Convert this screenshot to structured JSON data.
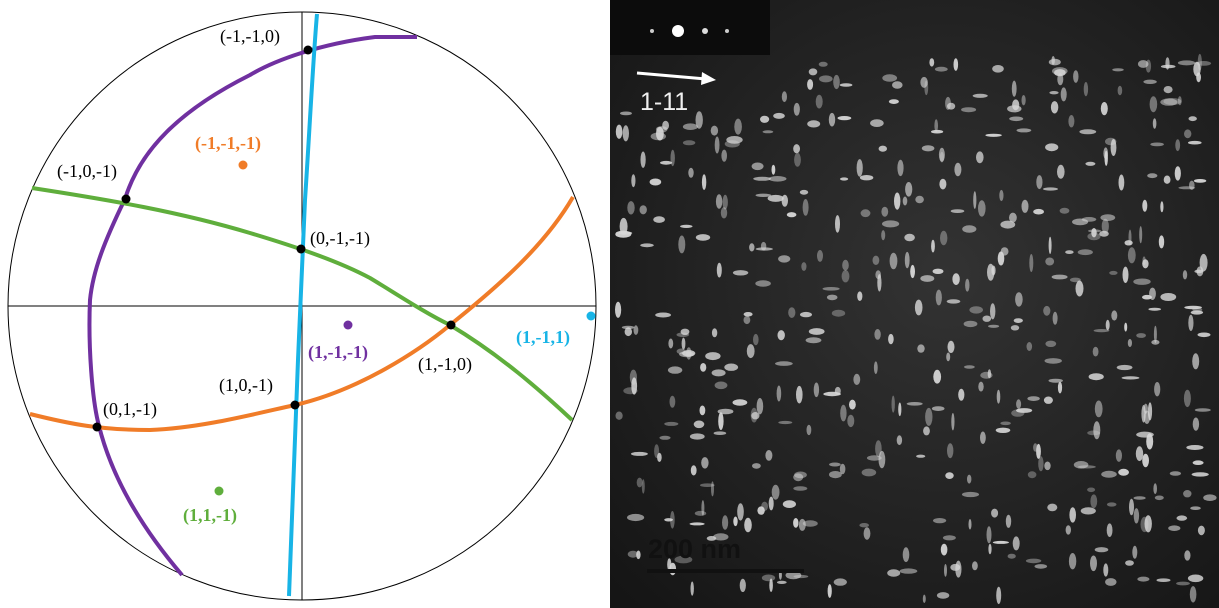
{
  "stereogram": {
    "great_circle_labels": [
      {
        "id": "m110",
        "text": "(-1,-1,0)"
      },
      {
        "id": "m10m1",
        "text": "(-1,0,-1)"
      },
      {
        "id": "0m1m1",
        "text": "(0,-1,-1)"
      },
      {
        "id": "1m10",
        "text": "(1,-1,0)"
      },
      {
        "id": "10m1",
        "text": "(1,0,-1)"
      },
      {
        "id": "01m1",
        "text": "(0,1,-1)"
      }
    ],
    "poles": [
      {
        "id": "pole-m1m1m1",
        "text": "(-1,-1,-1)",
        "color": "#f07c28"
      },
      {
        "id": "pole-1m1m1",
        "text": "(1,-1,-1)",
        "color": "#7030a0"
      },
      {
        "id": "pole-1m11",
        "text": "(1,-1,1)",
        "color": "#18b4e6"
      },
      {
        "id": "pole-11m1",
        "text": "(1,1,-1)",
        "color": "#5fae3c"
      }
    ],
    "colors": {
      "purple": "#7030a0",
      "green": "#5fae3c",
      "orange": "#f07c28",
      "blue": "#18b4e6",
      "axis": "#000000"
    }
  },
  "micrograph": {
    "direction_label": "1-11",
    "scale_bar_label": "200 nm"
  }
}
